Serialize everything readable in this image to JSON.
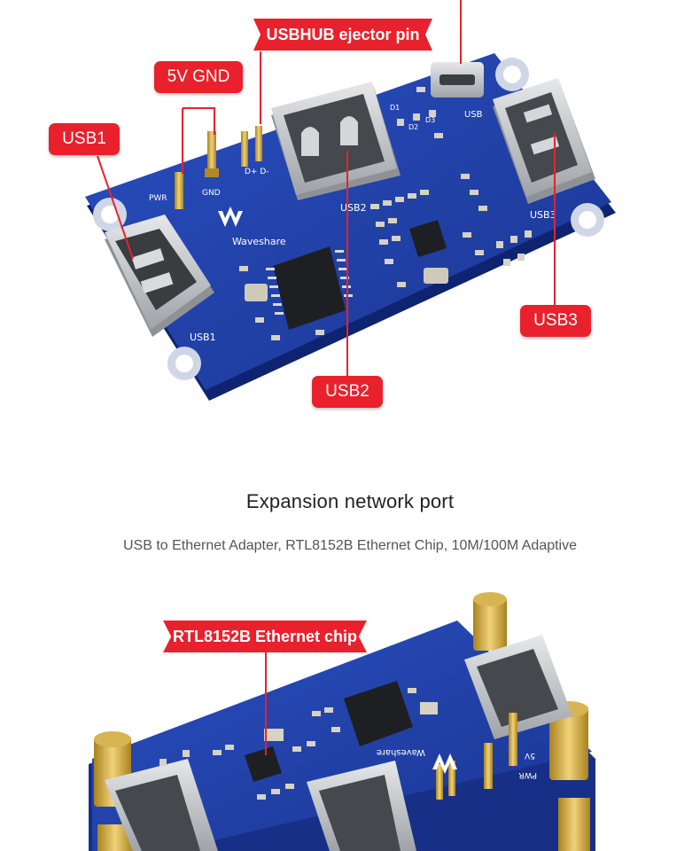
{
  "top_photo": {
    "callouts": {
      "ejector": "USBHUB ejector pin",
      "fivev_gnd": "5V GND",
      "usb1": "USB1",
      "usb2": "USB2",
      "usb3": "USB3"
    },
    "silkscreen": {
      "brand": "Waveshare",
      "pwr": "PWR",
      "gnd": "GND",
      "dpdm": "D+ D-",
      "usb1": "USB1",
      "usb2": "USB2",
      "usb3": "USB3",
      "usb": "USB",
      "d1": "D1",
      "d2": "D2",
      "d3": "D3"
    }
  },
  "section": {
    "title": "Expansion network port",
    "subtitle": "USB to Ethernet Adapter, RTL8152B Ethernet Chip, 10M/100M Adaptive"
  },
  "bottom_photo": {
    "callouts": {
      "chip": "RTL8152B Ethernet chip"
    },
    "silkscreen": {
      "brand": "Waveshare",
      "pwr": "PWR",
      "fivev": "5V"
    }
  },
  "colors": {
    "pcb": "#1f3fa8",
    "callout": "#e8212d",
    "gold": "#c9a43a",
    "usb_metal": "#c7cacd"
  }
}
